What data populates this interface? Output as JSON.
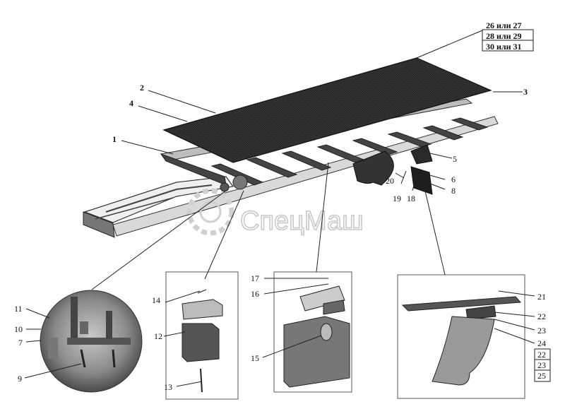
{
  "watermark": {
    "text": "СпецМаш"
  },
  "callouts": {
    "c1": "1",
    "c2": "2",
    "c3": "3",
    "c4": "4",
    "c5": "5",
    "c6": "6",
    "c7": "7",
    "c8": "8",
    "c9": "9",
    "c10": "10",
    "c11": "11",
    "c12": "12",
    "c13": "13",
    "c14": "14",
    "c15": "15",
    "c16": "16",
    "c17": "17",
    "c18": "18",
    "c19": "19",
    "c20": "20",
    "c21": "21",
    "c22": "22",
    "c23": "23",
    "c24": "24",
    "c22b": "22",
    "c23b": "23",
    "c25": "25"
  },
  "alternatives": {
    "a1": "26 или 27",
    "a2": "28 или 29",
    "a3": "30 или 31"
  }
}
